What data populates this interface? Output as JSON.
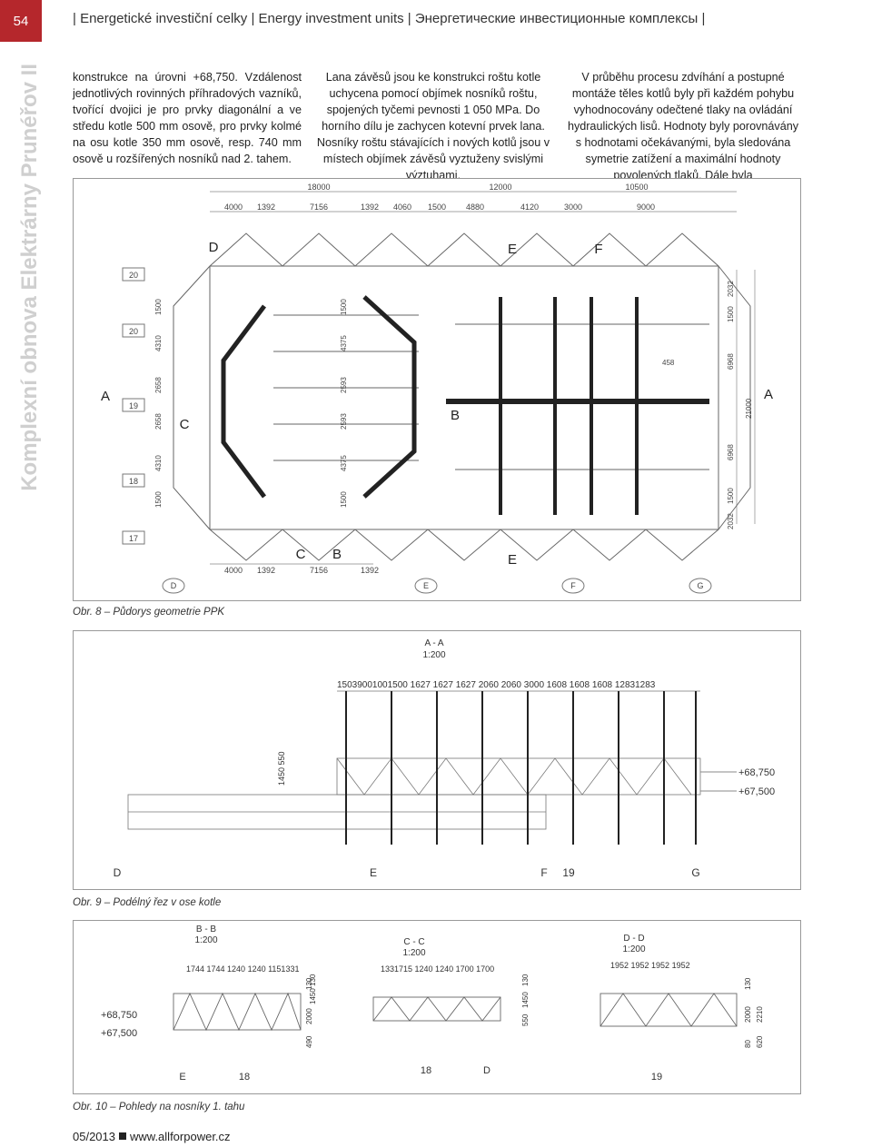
{
  "page_number": "54",
  "header": {
    "text": "| Energetické investiční celky | Energy investment units | Энергетические инвестиционные комплексы |"
  },
  "sidebar": {
    "title": "Komplexní obnova Elektrárny Prunéřov II"
  },
  "columns": {
    "col1": "konstrukce na úrovni +68,750. Vzdálenost jednotlivých rovinných příhradových vazníků, tvořící dvojici je pro prvky diagonální a ve středu kotle 500 mm osově, pro prvky kolmé na osu kotle 350 mm osově, resp. 740 mm osově u rozšířených nosníků nad 2. tahem.",
    "col2": "Lana závěsů jsou ke konstrukci roštu kotle uchycena pomocí objímek nosníků roštu, spojených tyčemi pevnosti 1 050 MPa. Do horního dílu je zachycen kotevní prvek lana. Nosníky roštu stávajících i nových kotlů jsou v místech objímek závěsů vyztuženy svislými výztuhami.",
    "col3": "V průběhu procesu zdvíhání a postupné montáže těles kotlů byly při každém pohybu vyhodnocovány odečtené tlaky na ovládání hydraulických lisů. Hodnoty byly porovnávány s hodnotami očekávanými, byla sledována symetrie zatížení a maximální hodnoty povolených tlaků. Dále byla"
  },
  "figures": {
    "fig8": {
      "caption": "Obr. 8 – Půdorys geometrie PPK",
      "top_dims": [
        "18000",
        "12000",
        "10500"
      ],
      "sub_dims": [
        "4000",
        "1392",
        "7156",
        "1392",
        "4060",
        "1500",
        "4880",
        "4120",
        "3000",
        "9000"
      ],
      "bottom_dims": [
        "4000",
        "1392",
        "7156",
        "1392"
      ],
      "section_letters": [
        "D",
        "E",
        "F",
        "A",
        "A",
        "C",
        "B",
        "B",
        "C",
        "E"
      ],
      "axes_left": [
        "20",
        "20",
        "19",
        "18",
        "17"
      ],
      "axes_bottom": [
        "D",
        "E",
        "F",
        "G"
      ],
      "left_dims": [
        "1500",
        "4310",
        "2658",
        "2658",
        "4310",
        "1500"
      ],
      "mid_dims": [
        "1500",
        "4375",
        "2593",
        "2593",
        "4375",
        "1500"
      ],
      "right_dims": [
        "2032",
        "1500",
        "6968",
        "21000",
        "6968",
        "1500",
        "2032"
      ],
      "annot": "458"
    },
    "fig9": {
      "caption": "Obr. 9 – Podélný řez v ose kotle",
      "title": "A - A",
      "scale": "1:200",
      "dims": "15039001001500 1627 1627 1627 2060 2060 3000 1608 1608 1608 12831283",
      "vdim": "1450 550",
      "levels": [
        "+68,750",
        "+67,500"
      ],
      "axes": [
        "D",
        "E",
        "F",
        "19",
        "G"
      ]
    },
    "fig10": {
      "caption": "Obr. 10 – Pohledy na nosníky 1. tahu",
      "views": [
        {
          "title": "B - B",
          "scale": "1:200",
          "dims": "1744 1744 1240 1240 1151331",
          "vdims": [
            "1450",
            "130",
            "490",
            "2000",
            "130"
          ]
        },
        {
          "title": "C - C",
          "scale": "1:200",
          "dims": "1331715 1240 1240 1700 1700",
          "vdims": [
            "550",
            "1450",
            "130"
          ]
        },
        {
          "title": "D - D",
          "scale": "1:200",
          "dims": "1952 1952 1952 1952",
          "vdims": [
            "130",
            "80",
            "2000",
            "620",
            "2210"
          ]
        }
      ],
      "levels": [
        "+68,750",
        "+67,500"
      ],
      "axes": [
        "E",
        "18",
        "18",
        "D",
        "19"
      ]
    }
  },
  "footer": {
    "issue": "05/2013",
    "url": "www.allforpower.cz"
  }
}
